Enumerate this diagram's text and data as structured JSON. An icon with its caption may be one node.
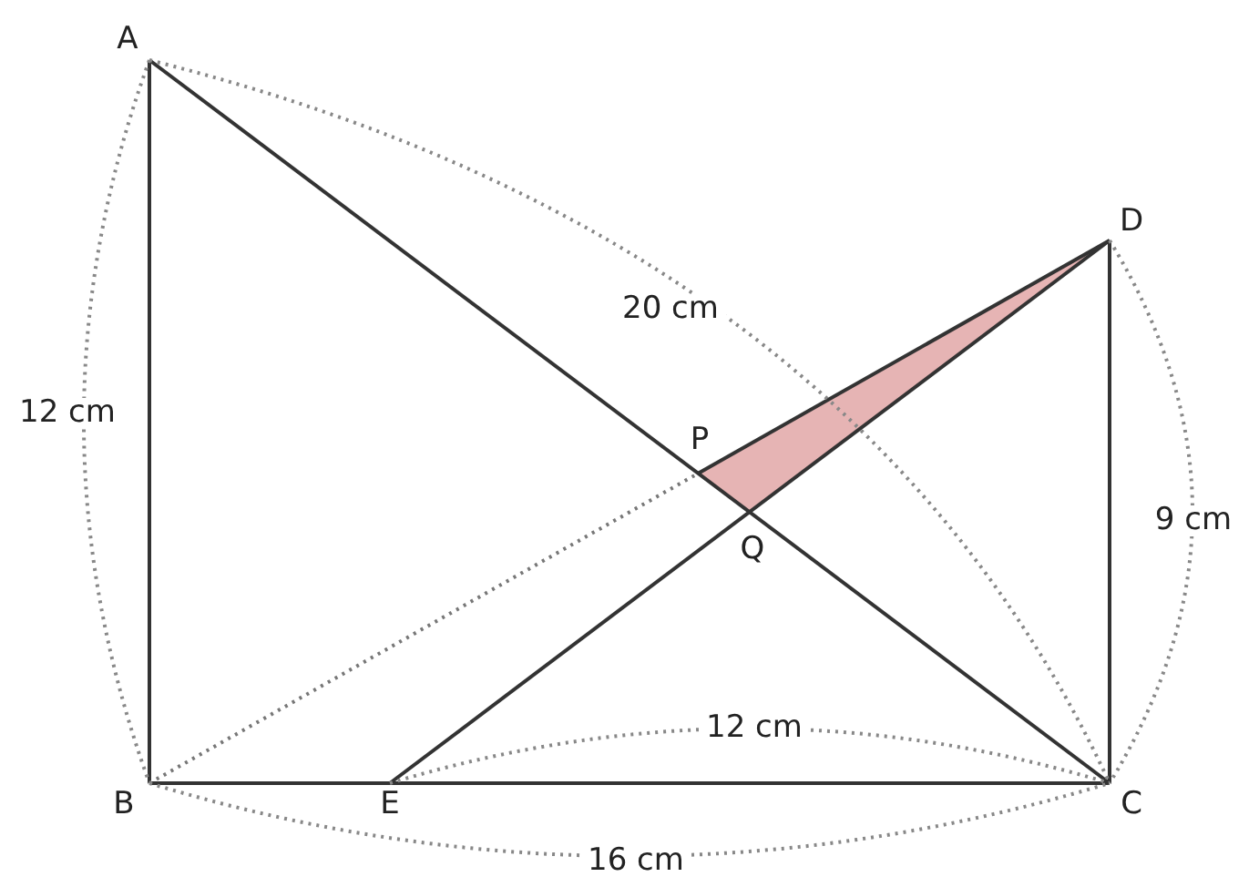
{
  "diagram": {
    "labels": [
      "A",
      "D",
      "20 cm",
      "12 cm",
      "P",
      "Q",
      "9 cm",
      "12 cm",
      "B",
      "E",
      "C",
      "16 cm"
    ]
  }
}
